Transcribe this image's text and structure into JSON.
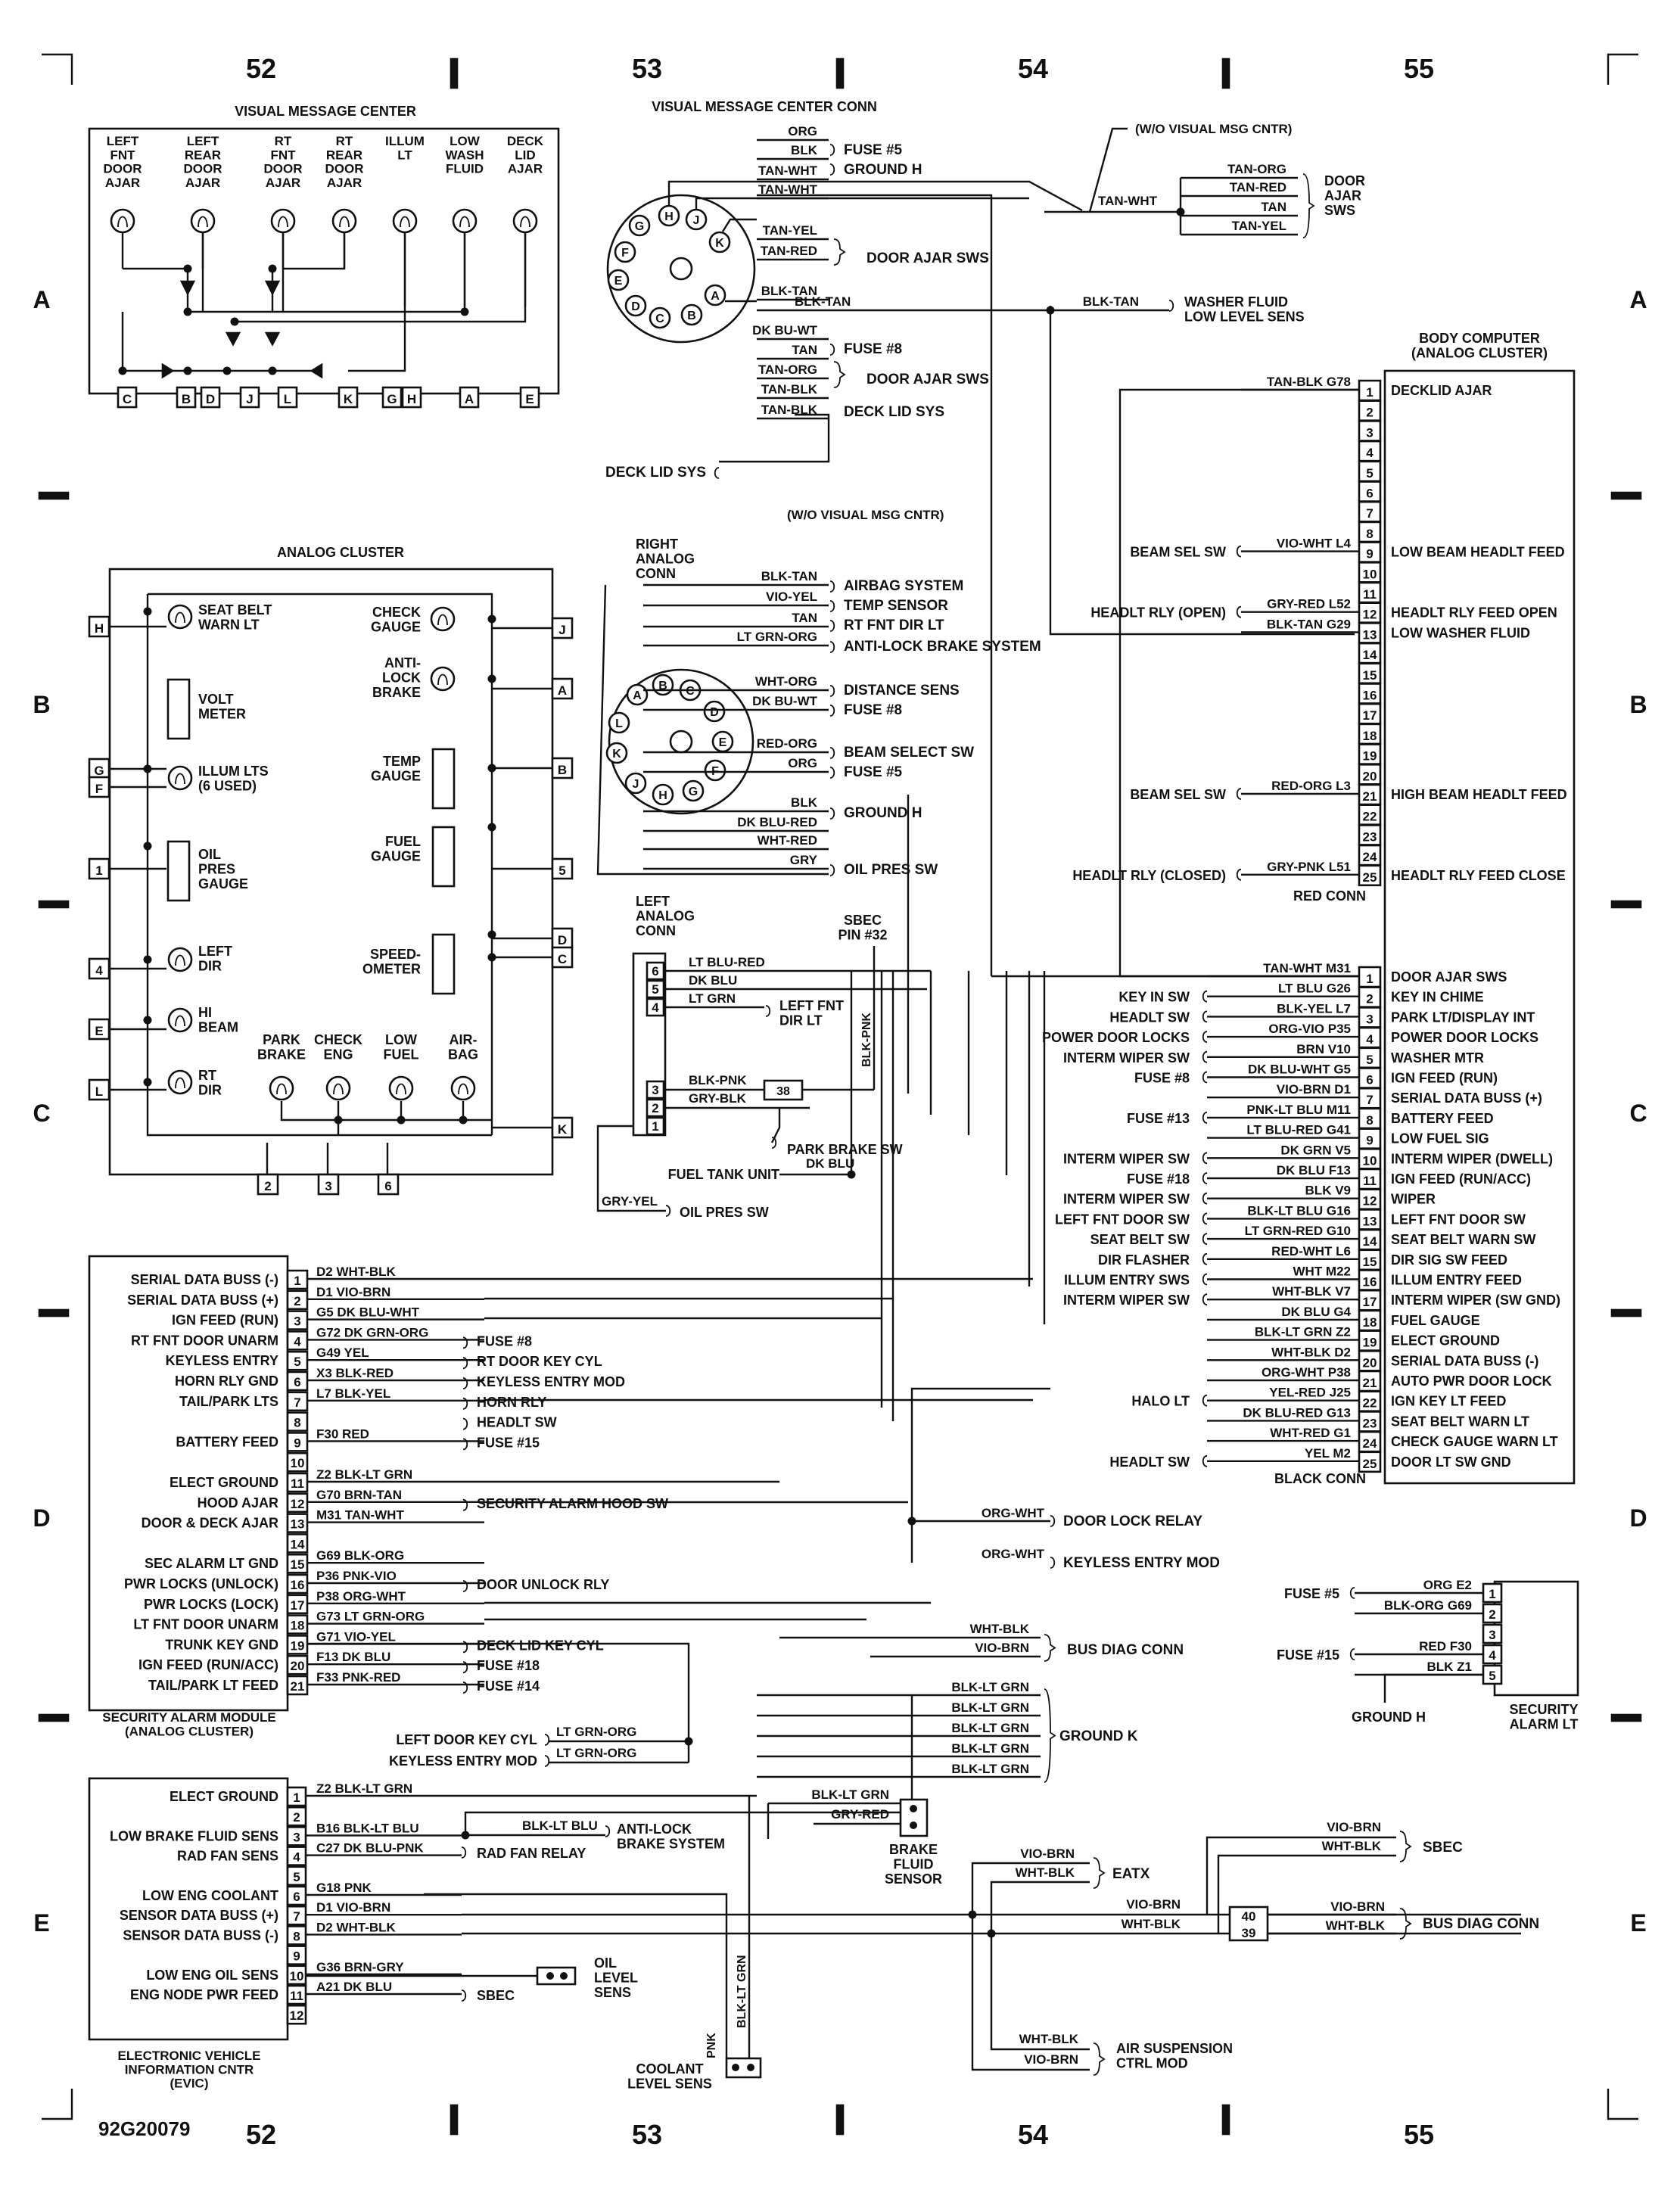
{
  "grid": {
    "columns_top": [
      "52",
      "53",
      "54",
      "55"
    ],
    "columns_bottom": [
      "52",
      "53",
      "54",
      "55"
    ],
    "rows_left": [
      "A",
      "B",
      "C",
      "D",
      "E"
    ],
    "rows_right": [
      "A",
      "B",
      "C",
      "D",
      "E"
    ],
    "figure_id": "92G20079"
  },
  "vmc": {
    "title": "VISUAL MESSAGE CENTER",
    "lamps": [
      "LEFT\nFNT\nDOOR\nAJAR",
      "LEFT\nREAR\nDOOR\nAJAR",
      "RT\nFNT\nDOOR\nAJAR",
      "RT\nREAR\nDOOR\nAJAR",
      "ILLUM\nLT",
      "LOW\nWASH\nFLUID",
      "DECK\nLID\nAJAR"
    ],
    "pins": [
      "C",
      "B",
      "D",
      "J",
      "L",
      "K",
      "G",
      "H",
      "A",
      "E"
    ]
  },
  "vmc_conn": {
    "title": "VISUAL MESSAGE CENTER CONN",
    "pins": [
      "G",
      "H",
      "J",
      "K",
      "F",
      "E",
      "D",
      "C",
      "B",
      "A"
    ],
    "wires": [
      "ORG",
      "BLK",
      "TAN-WHT",
      "TAN-WHT",
      "TAN-YEL",
      "TAN-RED",
      "BLK-TAN",
      "DK BU-WT",
      "TAN",
      "TAN-ORG",
      "TAN-BLK",
      "TAN-BLK",
      "TAN-BLK"
    ],
    "labels": [
      "FUSE #5",
      "GROUND H",
      "DOOR AJAR SWS",
      "FUSE #8",
      "DOOR AJAR SWS",
      "DECK LID SYS",
      "DECK LID SYS"
    ],
    "w_o": "(W/O VISUAL MSG CNTR)",
    "w_o2": "(W/O VISUAL MSG CNTR)",
    "door_ajar_sws": "DOOR\nAJAR\nSWS",
    "door_wires": [
      "TAN-ORG",
      "TAN-RED",
      "TAN",
      "TAN-YEL"
    ],
    "tan_wht": "TAN-WHT",
    "washer_wire": "BLK-TAN",
    "washer_label": "WASHER FLUID\nLOW LEVEL SENS"
  },
  "analog_cluster": {
    "title": "ANALOG CLUSTER",
    "left_items": [
      "SEAT BELT\nWARN LT",
      "VOLT\nMETER",
      "ILLUM LTS\n(6 USED)",
      "OIL\nPRES\nGAUGE",
      "LEFT\nDIR",
      "HI\nBEAM",
      "RT\nDIR"
    ],
    "right_items": [
      "CHECK\nGAUGE",
      "ANTI-\nLOCK\nBRAKE",
      "TEMP\nGAUGE",
      "FUEL\nGAUGE",
      "SPEED-\nOMETER"
    ],
    "bottom_items": [
      "PARK\nBRAKE",
      "CHECK\nENG",
      "LOW\nFUEL",
      "AIR-\nBAG"
    ],
    "left_pins": [
      "H",
      "G",
      "F",
      "1",
      "4",
      "E",
      "L"
    ],
    "right_pins": [
      "J",
      "A",
      "B",
      "5",
      "D",
      "C",
      "K"
    ],
    "bottom_pins": [
      "2",
      "3",
      "6"
    ]
  },
  "right_analog_conn": {
    "title": "RIGHT\nANALOG\nCONN",
    "pins": [
      "A",
      "B",
      "C",
      "D",
      "E",
      "F",
      "G",
      "H",
      "J",
      "K",
      "L"
    ],
    "wires": [
      "BLK-TAN",
      "VIO-YEL",
      "TAN",
      "LT GRN-ORG",
      "WHT-ORG",
      "DK BU-WT",
      "RED-ORG",
      "ORG",
      "BLK",
      "DK BLU-RED",
      "WHT-RED",
      "GRY"
    ],
    "labels": [
      "AIRBAG SYSTEM",
      "TEMP SENSOR",
      "RT FNT DIR LT",
      "ANTI-LOCK BRAKE SYSTEM",
      "DISTANCE SENS",
      "FUSE #8",
      "BEAM SELECT SW",
      "FUSE #5",
      "GROUND H",
      "OIL PRES SW"
    ]
  },
  "left_analog_conn": {
    "title": "LEFT\nANALOG\nCONN",
    "sbec": "SBEC\nPIN #32",
    "pins": [
      "6",
      "5",
      "4",
      "3",
      "2",
      "1"
    ],
    "wires": [
      "LT BLU-RED",
      "DK BLU",
      "LT GRN",
      "BLK-PNK",
      "GRY-BLK",
      "DK BLU",
      "GRY-YEL",
      "BLK-PNK"
    ],
    "labels": [
      "LEFT FNT\nDIR LT",
      "PARK BRAKE SW",
      "FUEL TANK UNIT",
      "OIL PRES SW"
    ],
    "splice": "38"
  },
  "body_computer": {
    "title": "BODY COMPUTER\n(ANALOG CLUSTER)",
    "red_conn": "RED CONN",
    "black_conn": "BLACK CONN",
    "red_pins": [
      {
        "n": "1",
        "f": "DECKLID AJAR",
        "w": "TAN-BLK G78",
        "s": ""
      },
      {
        "n": "2",
        "f": "",
        "w": "",
        "s": ""
      },
      {
        "n": "3",
        "f": "",
        "w": "",
        "s": ""
      },
      {
        "n": "4",
        "f": "",
        "w": "",
        "s": ""
      },
      {
        "n": "5",
        "f": "",
        "w": "",
        "s": ""
      },
      {
        "n": "6",
        "f": "",
        "w": "",
        "s": ""
      },
      {
        "n": "7",
        "f": "",
        "w": "",
        "s": ""
      },
      {
        "n": "8",
        "f": "",
        "w": "",
        "s": ""
      },
      {
        "n": "9",
        "f": "LOW BEAM HEADLT FEED",
        "w": "VIO-WHT L4",
        "s": "BEAM SEL SW"
      },
      {
        "n": "10",
        "f": "",
        "w": "",
        "s": ""
      },
      {
        "n": "11",
        "f": "",
        "w": "",
        "s": ""
      },
      {
        "n": "12",
        "f": "HEADLT RLY FEED OPEN",
        "w": "GRY-RED L52",
        "s": "HEADLT RLY (OPEN)"
      },
      {
        "n": "13",
        "f": "LOW WASHER FLUID",
        "w": "BLK-TAN G29",
        "s": ""
      },
      {
        "n": "14",
        "f": "",
        "w": "",
        "s": ""
      },
      {
        "n": "15",
        "f": "",
        "w": "",
        "s": ""
      },
      {
        "n": "16",
        "f": "",
        "w": "",
        "s": ""
      },
      {
        "n": "17",
        "f": "",
        "w": "",
        "s": ""
      },
      {
        "n": "18",
        "f": "",
        "w": "",
        "s": ""
      },
      {
        "n": "19",
        "f": "",
        "w": "",
        "s": ""
      },
      {
        "n": "20",
        "f": "",
        "w": "",
        "s": ""
      },
      {
        "n": "21",
        "f": "HIGH BEAM HEADLT FEED",
        "w": "RED-ORG L3",
        "s": "BEAM SEL SW"
      },
      {
        "n": "22",
        "f": "",
        "w": "",
        "s": ""
      },
      {
        "n": "23",
        "f": "",
        "w": "",
        "s": ""
      },
      {
        "n": "24",
        "f": "",
        "w": "",
        "s": ""
      },
      {
        "n": "25",
        "f": "HEADLT RLY FEED CLOSE",
        "w": "GRY-PNK L51",
        "s": "HEADLT RLY (CLOSED)"
      }
    ],
    "black_pins": [
      {
        "n": "1",
        "f": "DOOR AJAR SWS",
        "w": "TAN-WHT M31",
        "s": ""
      },
      {
        "n": "2",
        "f": "KEY IN CHIME",
        "w": "LT BLU G26",
        "s": "KEY IN SW"
      },
      {
        "n": "3",
        "f": "PARK LT/DISPLAY INT",
        "w": "BLK-YEL L7",
        "s": "HEADLT SW"
      },
      {
        "n": "4",
        "f": "POWER DOOR LOCKS",
        "w": "ORG-VIO P35",
        "s": "POWER DOOR LOCKS"
      },
      {
        "n": "5",
        "f": "WASHER MTR",
        "w": "BRN V10",
        "s": "INTERM WIPER SW"
      },
      {
        "n": "6",
        "f": "IGN FEED (RUN)",
        "w": "DK BLU-WHT G5",
        "s": "FUSE #8"
      },
      {
        "n": "7",
        "f": "SERIAL DATA BUSS (+)",
        "w": "VIO-BRN D1",
        "s": ""
      },
      {
        "n": "8",
        "f": "BATTERY FEED",
        "w": "PNK-LT BLU M11",
        "s": "FUSE #13"
      },
      {
        "n": "9",
        "f": "LOW FUEL SIG",
        "w": "LT BLU-RED G41",
        "s": ""
      },
      {
        "n": "10",
        "f": "INTERM WIPER (DWELL)",
        "w": "DK GRN V5",
        "s": "INTERM WIPER SW"
      },
      {
        "n": "11",
        "f": "IGN FEED (RUN/ACC)",
        "w": "DK BLU F13",
        "s": "FUSE #18"
      },
      {
        "n": "12",
        "f": "WIPER",
        "w": "BLK V9",
        "s": "INTERM WIPER SW"
      },
      {
        "n": "13",
        "f": "LEFT FNT DOOR SW",
        "w": "BLK-LT BLU G16",
        "s": "LEFT FNT DOOR SW"
      },
      {
        "n": "14",
        "f": "SEAT BELT WARN SW",
        "w": "LT GRN-RED G10",
        "s": "SEAT BELT SW"
      },
      {
        "n": "15",
        "f": "DIR SIG SW FEED",
        "w": "RED-WHT L6",
        "s": "DIR FLASHER"
      },
      {
        "n": "16",
        "f": "ILLUM ENTRY FEED",
        "w": "WHT M22",
        "s": "ILLUM ENTRY SWS"
      },
      {
        "n": "17",
        "f": "INTERM WIPER (SW GND)",
        "w": "WHT-BLK V7",
        "s": "INTERM WIPER SW"
      },
      {
        "n": "18",
        "f": "FUEL GAUGE",
        "w": "DK BLU G4",
        "s": ""
      },
      {
        "n": "19",
        "f": "ELECT GROUND",
        "w": "BLK-LT GRN Z2",
        "s": ""
      },
      {
        "n": "20",
        "f": "SERIAL DATA BUSS (-)",
        "w": "WHT-BLK D2",
        "s": ""
      },
      {
        "n": "21",
        "f": "AUTO PWR DOOR LOCK",
        "w": "ORG-WHT P38",
        "s": ""
      },
      {
        "n": "22",
        "f": "IGN KEY LT FEED",
        "w": "YEL-RED J25",
        "s": "HALO LT"
      },
      {
        "n": "23",
        "f": "SEAT BELT WARN LT",
        "w": "DK BLU-RED G13",
        "s": ""
      },
      {
        "n": "24",
        "f": "CHECK GAUGE WARN LT",
        "w": "WHT-RED G1",
        "s": ""
      },
      {
        "n": "25",
        "f": "DOOR LT SW GND",
        "w": "YEL M2",
        "s": "HEADLT SW"
      }
    ]
  },
  "security_module": {
    "title": "SECURITY ALARM MODULE\n(ANALOG CLUSTER)",
    "pins": [
      {
        "n": "1",
        "f": "SERIAL DATA BUSS (-)",
        "w": "D2 WHT-BLK",
        "d": ""
      },
      {
        "n": "2",
        "f": "SERIAL DATA BUSS (+)",
        "w": "D1 VIO-BRN",
        "d": ""
      },
      {
        "n": "3",
        "f": "IGN FEED (RUN)",
        "w": "G5 DK BLU-WHT",
        "d": ""
      },
      {
        "n": "4",
        "f": "RT FNT DOOR UNARM",
        "w": "G72 DK GRN-ORG",
        "d": "FUSE #8"
      },
      {
        "n": "5",
        "f": "KEYLESS ENTRY",
        "w": "G49 YEL",
        "d": "RT DOOR KEY CYL"
      },
      {
        "n": "6",
        "f": "HORN RLY GND",
        "w": "X3 BLK-RED",
        "d": "KEYLESS ENTRY MOD"
      },
      {
        "n": "7",
        "f": "TAIL/PARK LTS",
        "w": "L7 BLK-YEL",
        "d": "HORN RLY"
      },
      {
        "n": "8",
        "f": "",
        "w": "",
        "d": "HEADLT SW"
      },
      {
        "n": "9",
        "f": "BATTERY FEED",
        "w": "F30 RED",
        "d": "FUSE #15"
      },
      {
        "n": "10",
        "f": "",
        "w": "",
        "d": ""
      },
      {
        "n": "11",
        "f": "ELECT GROUND",
        "w": "Z2 BLK-LT GRN",
        "d": ""
      },
      {
        "n": "12",
        "f": "HOOD AJAR",
        "w": "G70 BRN-TAN",
        "d": "SECURITY ALARM HOOD SW"
      },
      {
        "n": "13",
        "f": "DOOR & DECK AJAR",
        "w": "M31 TAN-WHT",
        "d": ""
      },
      {
        "n": "14",
        "f": "",
        "w": "",
        "d": ""
      },
      {
        "n": "15",
        "f": "SEC ALARM LT GND",
        "w": "G69 BLK-ORG",
        "d": ""
      },
      {
        "n": "16",
        "f": "PWR LOCKS (UNLOCK)",
        "w": "P36 PNK-VIO",
        "d": "DOOR UNLOCK RLY"
      },
      {
        "n": "17",
        "f": "PWR LOCKS (LOCK)",
        "w": "P38 ORG-WHT",
        "d": ""
      },
      {
        "n": "18",
        "f": "LT FNT DOOR UNARM",
        "w": "G73 LT GRN-ORG",
        "d": ""
      },
      {
        "n": "19",
        "f": "TRUNK KEY GND",
        "w": "G71 VIO-YEL",
        "d": "DECK LID KEY CYL"
      },
      {
        "n": "20",
        "f": "IGN FEED (RUN/ACC)",
        "w": "F13 DK BLU",
        "d": "FUSE #18"
      },
      {
        "n": "21",
        "f": "TAIL/PARK LT FEED",
        "w": "F33 PNK-RED",
        "d": "FUSE #14"
      }
    ],
    "key_cyl": [
      "LEFT DOOR KEY CYL",
      "KEYLESS ENTRY MOD"
    ],
    "key_wires": [
      "LT GRN-ORG",
      "LT GRN-ORG"
    ]
  },
  "mid_right": {
    "door_lock_relay": "DOOR LOCK RELAY",
    "keyless_entry_mod": "KEYLESS ENTRY MOD",
    "org_wht": "ORG-WHT",
    "bus_diag_conn": "BUS DIAG CONN",
    "bus_wires": [
      "WHT-BLK",
      "VIO-BRN"
    ],
    "ground_k": "GROUND K",
    "ground_wires": [
      "BLK-LT GRN",
      "BLK-LT GRN",
      "BLK-LT GRN",
      "BLK-LT GRN",
      "BLK-LT GRN"
    ]
  },
  "security_alarm_lt": {
    "title": "SECURITY\nALARM LT",
    "rows": [
      {
        "n": "1",
        "w": "ORG E2",
        "s": "FUSE #5"
      },
      {
        "n": "2",
        "w": "BLK-ORG G69",
        "s": ""
      },
      {
        "n": "3",
        "w": "",
        "s": ""
      },
      {
        "n": "4",
        "w": "RED F30",
        "s": "FUSE #15"
      },
      {
        "n": "5",
        "w": "BLK Z1",
        "s": ""
      }
    ],
    "ground": "GROUND H"
  },
  "evic": {
    "title": "ELECTRONIC VEHICLE\nINFORMATION CNTR\n(EVIC)",
    "pins": [
      {
        "n": "1",
        "f": "ELECT GROUND",
        "w": "Z2 BLK-LT GRN"
      },
      {
        "n": "2",
        "f": "",
        "w": ""
      },
      {
        "n": "3",
        "f": "LOW BRAKE FLUID SENS",
        "w": "B16 BLK-LT BLU"
      },
      {
        "n": "4",
        "f": "RAD FAN SENS",
        "w": "C27 DK BLU-PNK"
      },
      {
        "n": "5",
        "f": "",
        "w": ""
      },
      {
        "n": "6",
        "f": "LOW ENG COOLANT",
        "w": "G18 PNK"
      },
      {
        "n": "7",
        "f": "SENSOR DATA BUSS (+)",
        "w": "D1 VIO-BRN"
      },
      {
        "n": "8",
        "f": "SENSOR DATA BUSS (-)",
        "w": "D2 WHT-BLK"
      },
      {
        "n": "9",
        "f": "",
        "w": ""
      },
      {
        "n": "10",
        "f": "LOW ENG OIL SENS",
        "w": "G36 BRN-GRY"
      },
      {
        "n": "11",
        "f": "ENG NODE PWR FEED",
        "w": "A21 DK BLU"
      },
      {
        "n": "12",
        "f": "",
        "w": ""
      }
    ],
    "anti_lock": "ANTI-LOCK\nBRAKE SYSTEM",
    "anti_wire": "BLK-LT BLU",
    "rad_fan_relay": "RAD FAN RELAY",
    "oil_level": "OIL\nLEVEL\nSENS",
    "sbec": "SBEC",
    "brake_fluid": "BRAKE\nFLUID\nSENSOR",
    "brake_wires": [
      "BLK-LT GRN",
      "GRY-RED"
    ],
    "coolant": "COOLANT\nLEVEL SENS",
    "coolant_wires": [
      "PNK",
      "BLK-LT GRN"
    ]
  },
  "bottom_right": {
    "eatx": "EATX",
    "sbec": "SBEC",
    "bus_diag": "BUS DIAG CONN",
    "air_susp": "AIR SUSPENSION\nCTRL MOD",
    "wires": [
      "VIO-BRN",
      "WHT-BLK"
    ],
    "splices": [
      "40",
      "39"
    ]
  }
}
